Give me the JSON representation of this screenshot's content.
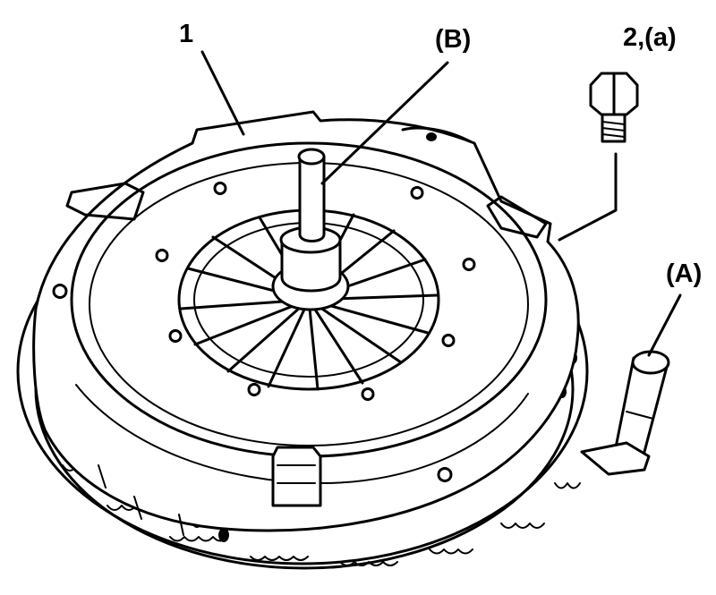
{
  "labels": {
    "part_1": "1",
    "tool_b": "(B)",
    "bolt_2a": "2,(a)",
    "tool_a": "(A)"
  }
}
